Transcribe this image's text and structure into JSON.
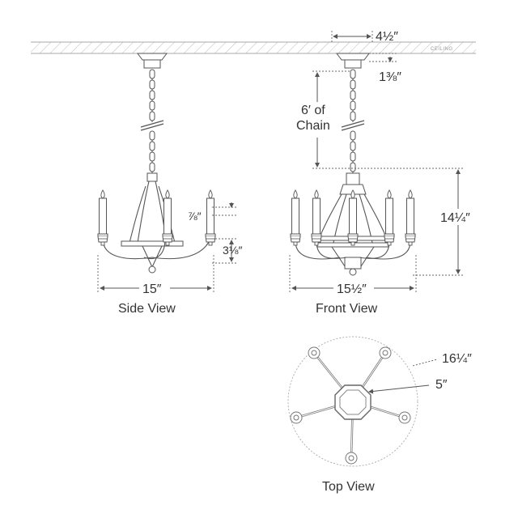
{
  "ceiling": {
    "label": "CEILING"
  },
  "dimensions": {
    "canopy_width": "4½″",
    "canopy_height": "1⅜″",
    "chain_line1": "6′ of",
    "chain_line2": "Chain",
    "overall_height": "14¼″",
    "candle_above_arm": "⅞″",
    "arm_drop": "3⅛″",
    "side_width": "15″",
    "front_width": "15½″",
    "top_diameter": "16¼″",
    "center_width": "5″"
  },
  "views": {
    "side": "Side View",
    "front": "Front View",
    "top": "Top View"
  }
}
